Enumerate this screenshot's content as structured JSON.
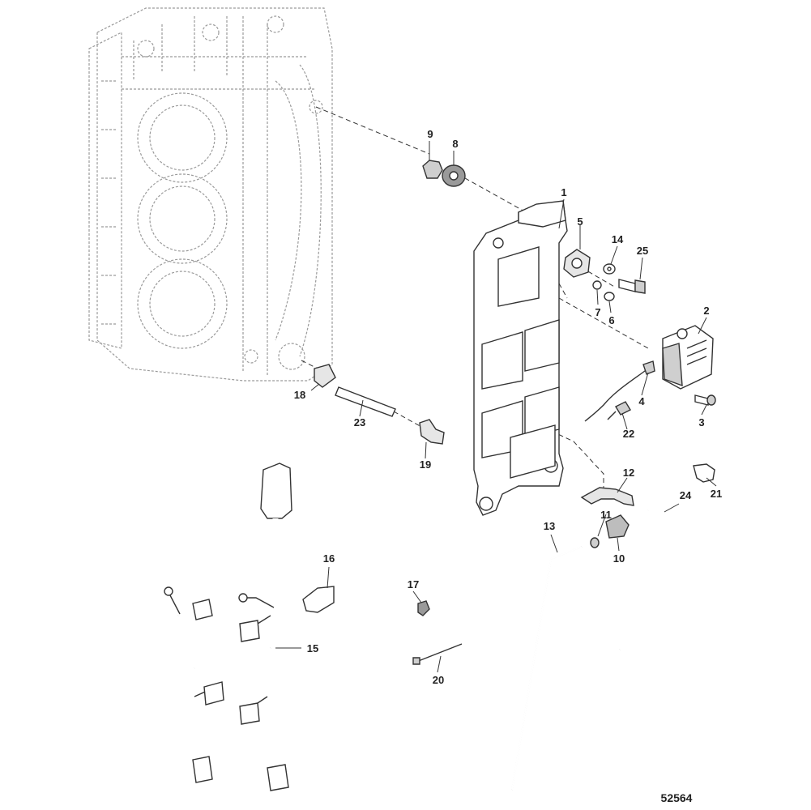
{
  "callouts": {
    "c1": "1",
    "c2": "2",
    "c3": "3",
    "c4": "4",
    "c5": "5",
    "c6": "6",
    "c7": "7",
    "c8": "8",
    "c9": "9",
    "c10": "10",
    "c11": "11",
    "c12": "12",
    "c13": "13",
    "c14": "14",
    "c15": "15",
    "c16": "16",
    "c17": "17",
    "c18": "18",
    "c19": "19",
    "c20": "20",
    "c21": "21",
    "c22": "22",
    "c23": "23",
    "c24": "24",
    "c25": "25"
  },
  "figure_number": "52564",
  "colors": {
    "line": "#333333",
    "ghost": "#9a9a9a",
    "part_fill": "#d8d8d8",
    "background": "#ffffff"
  }
}
